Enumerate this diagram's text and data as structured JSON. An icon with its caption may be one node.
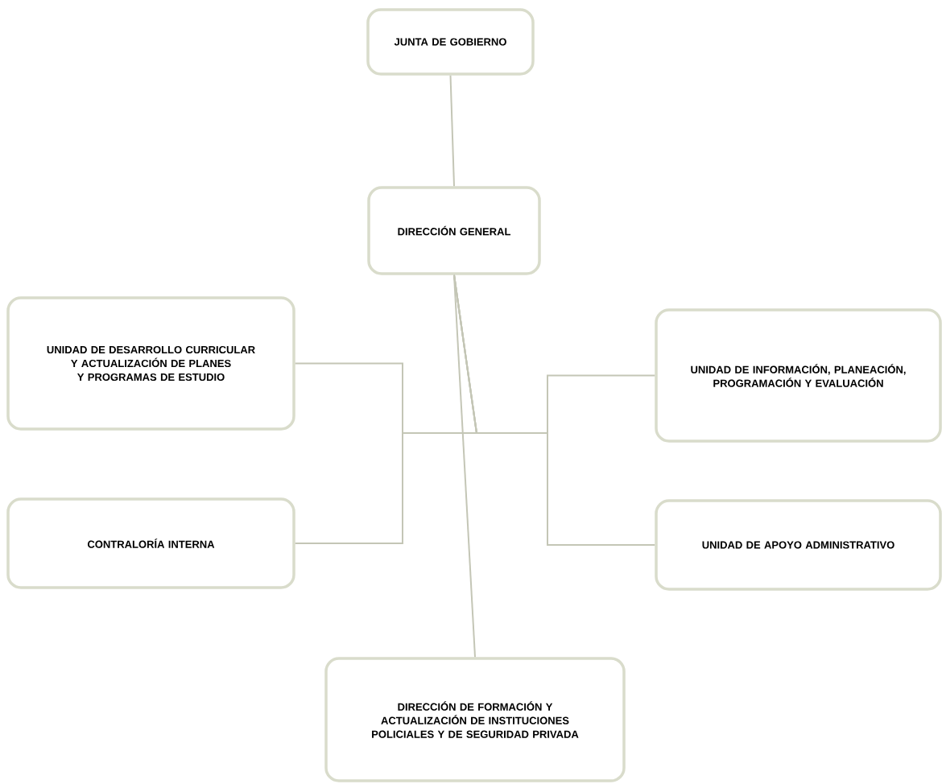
{
  "diagram": {
    "nodes": [
      {
        "text": [
          "JUNTA DE GOBIERNO"
        ]
      },
      {
        "text": [
          "DIRECCIÓN GENERAL"
        ]
      },
      {
        "text": [
          "UNIDAD DE DESARROLLO CURRICULAR Y ACTUALIZACIÓN DE PLANES Y PROGRAMAS DE ESTUDIO"
        ]
      },
      {
        "text": [
          "UNIDAD DE INFORMACIÓN, PLANEACIÓN, PROGRAMACIÓN Y EVALUACIÓN"
        ]
      },
      {
        "text": [
          "CONTRALORÍA INTERNA"
        ]
      },
      {
        "text": [
          "UNIDAD DE APOYO ADMINISTRATIVO"
        ]
      },
      {
        "text": [
          "DIRECCIÓN DE FORMACIÓN Y ACTUALIZACIÓN DE INSTITUCIONES POLICIALES Y DE SEGURIDAD PRIVADA"
        ]
      }
    ],
    "edges": [
      {
        "from": 0,
        "to": 1,
        "arrow": "none"
      },
      {
        "from": 1,
        "to": 2,
        "arrow": "none"
      },
      {
        "from": 1,
        "to": 3,
        "arrow": "none"
      },
      {
        "from": 1,
        "to": 4,
        "arrow": "none"
      },
      {
        "from": 1,
        "to": 5,
        "arrow": "none"
      },
      {
        "from": 1,
        "to": 6,
        "arrow": "none"
      }
    ]
  }
}
